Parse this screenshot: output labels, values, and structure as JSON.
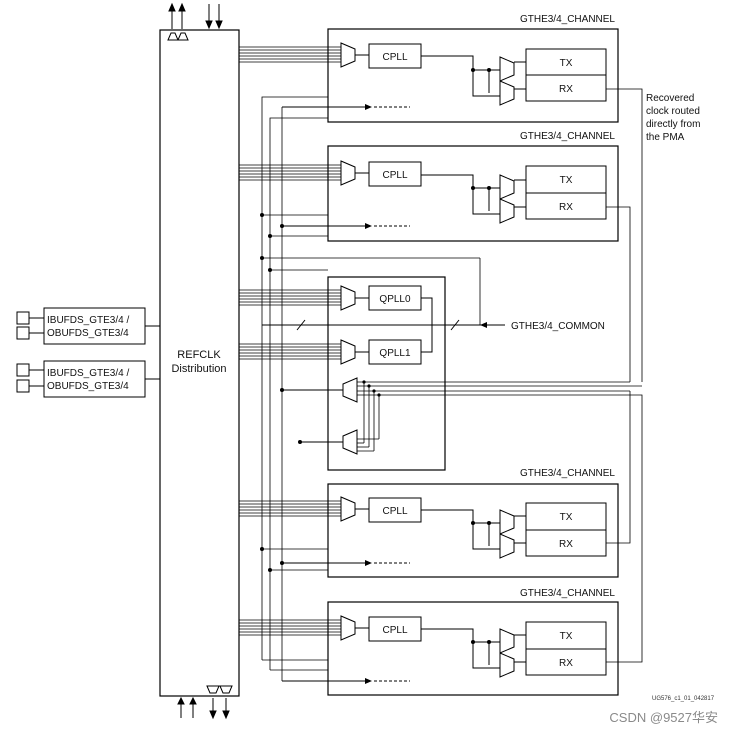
{
  "refclk": {
    "line1": "REFCLK",
    "line2": "Distribution"
  },
  "buffers": [
    {
      "line1": "IBUFDS_GTE3/4 /",
      "line2": "OBUFDS_GTE3/4"
    },
    {
      "line1": "IBUFDS_GTE3/4 /",
      "line2": "OBUFDS_GTE3/4"
    }
  ],
  "channels": [
    {
      "title": "GTHE3/4_CHANNEL",
      "pll": "CPLL",
      "tx": "TX",
      "rx": "RX"
    },
    {
      "title": "GTHE3/4_CHANNEL",
      "pll": "CPLL",
      "tx": "TX",
      "rx": "RX"
    },
    {
      "title": "GTHE3/4_CHANNEL",
      "pll": "CPLL",
      "tx": "TX",
      "rx": "RX"
    },
    {
      "title": "GTHE3/4_CHANNEL",
      "pll": "CPLL",
      "tx": "TX",
      "rx": "RX"
    }
  ],
  "common": {
    "label": "GTHE3/4_COMMON",
    "qpll0": "QPLL0",
    "qpll1": "QPLL1"
  },
  "recovered_note": [
    "Recovered",
    "clock routed",
    "directly from",
    "the PMA"
  ],
  "fig_id": "UG576_c1_01_042817",
  "watermark": "CSDN @9527华安"
}
